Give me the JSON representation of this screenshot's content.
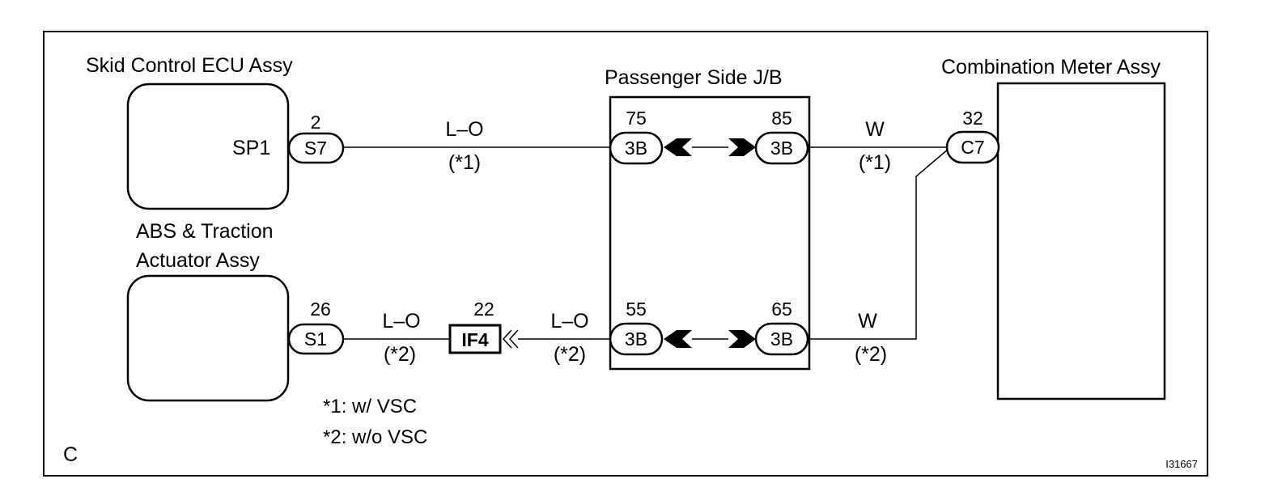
{
  "components": {
    "skid_ecu": "Skid Control ECU Assy",
    "abs_actuator_line1": "ABS & Traction",
    "abs_actuator_line2": "Actuator Assy",
    "junction_block": "Passenger Side J/B",
    "combination_meter": "Combination Meter Assy"
  },
  "terminals": {
    "sp1": "SP1"
  },
  "connectors": {
    "s7": "S7",
    "s1": "S1",
    "if4": "IF4",
    "jb_3b_75": "3B",
    "jb_3b_85": "3B",
    "jb_3b_55": "3B",
    "jb_3b_65": "3B",
    "c7": "C7"
  },
  "pins": {
    "s7": "2",
    "s1": "26",
    "if4": "22",
    "jb_75": "75",
    "jb_85": "85",
    "jb_55": "55",
    "jb_65": "65",
    "c7": "32"
  },
  "wires": {
    "ecu_to_jb_color": "L–O",
    "ecu_to_jb_note": "(*1)",
    "jb_to_meter_top_color": "W",
    "jb_to_meter_top_note": "(*1)",
    "act_to_if4_color": "L–O",
    "act_to_if4_note": "(*2)",
    "if4_to_jb_color": "L–O",
    "if4_to_jb_note": "(*2)",
    "jb_to_meter_bottom_color": "W",
    "jb_to_meter_bottom_note": "(*2)"
  },
  "notes": {
    "note1": "*1: w/ VSC",
    "note2": "*2: w/o VSC"
  },
  "corner_label": "C",
  "figure_id": "I31667"
}
